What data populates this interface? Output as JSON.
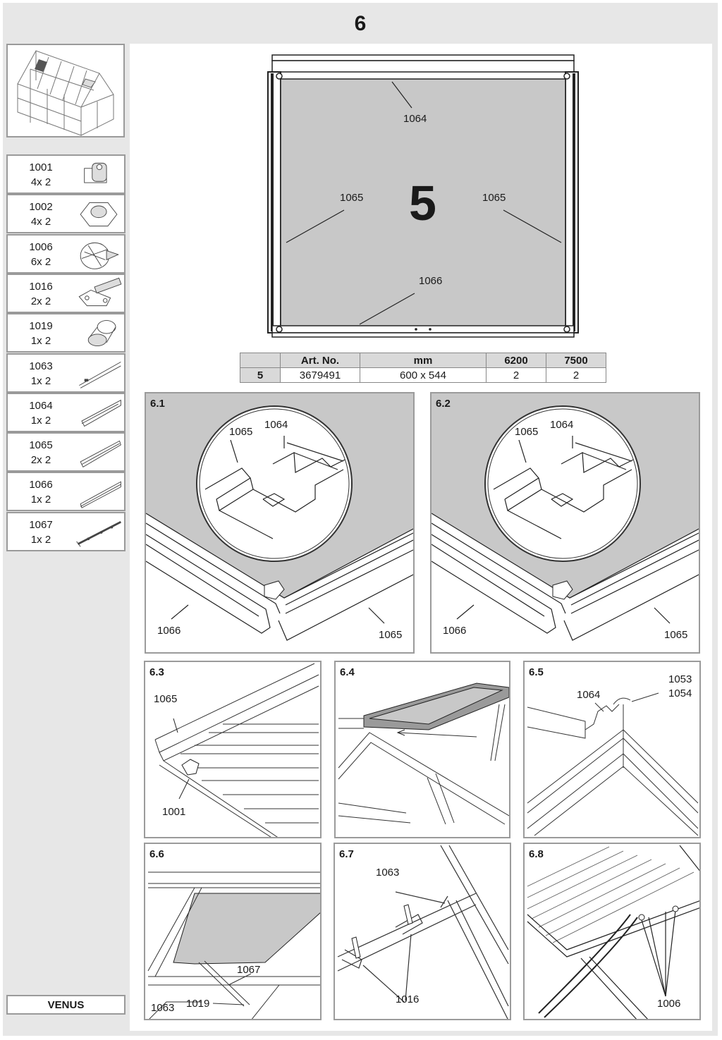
{
  "header": {
    "step_number": "6"
  },
  "model": {
    "name": "VENUS"
  },
  "parts": [
    {
      "id": "1001",
      "qty": "4x 2",
      "icon": "square-nut-icon"
    },
    {
      "id": "1002",
      "qty": "4x 2",
      "icon": "hex-nut-icon"
    },
    {
      "id": "1006",
      "qty": "6x 2",
      "icon": "rubber-cap-icon"
    },
    {
      "id": "1016",
      "qty": "2x 2",
      "icon": "hinge-bracket-icon"
    },
    {
      "id": "1019",
      "qty": "1x 2",
      "icon": "sleeve-icon"
    },
    {
      "id": "1063",
      "qty": "1x 2",
      "icon": "profile-rail-icon"
    },
    {
      "id": "1064",
      "qty": "1x 2",
      "icon": "top-profile-icon"
    },
    {
      "id": "1065",
      "qty": "2x 2",
      "icon": "side-profile-icon"
    },
    {
      "id": "1066",
      "qty": "1x 2",
      "icon": "bottom-profile-icon"
    },
    {
      "id": "1067",
      "qty": "1x 2",
      "icon": "window-stay-icon"
    }
  ],
  "window_diagram": {
    "panel_number": "5",
    "labels": {
      "top": "1064",
      "left": "1065",
      "right": "1065",
      "bottom": "1066"
    }
  },
  "spec_table": {
    "headers": [
      "",
      "Art. No.",
      "mm",
      "6200",
      "7500"
    ],
    "rows": [
      [
        "5",
        "3679491",
        "600 x 544",
        "2",
        "2"
      ]
    ]
  },
  "details": {
    "d61": {
      "title": "6.1",
      "labels": [
        "1065",
        "1064",
        "1066",
        "1065"
      ]
    },
    "d62": {
      "title": "6.2",
      "labels": [
        "1065",
        "1064",
        "1066",
        "1065"
      ]
    },
    "d63": {
      "title": "6.3",
      "labels": [
        "1065",
        "1001"
      ]
    },
    "d64": {
      "title": "6.4"
    },
    "d65": {
      "title": "6.5",
      "labels": [
        "1064",
        "1053",
        "1054"
      ]
    },
    "d66": {
      "title": "6.6",
      "labels": [
        "1067",
        "1063",
        "1019"
      ]
    },
    "d67": {
      "title": "6.7",
      "labels": [
        "1063",
        "1016"
      ]
    },
    "d68": {
      "title": "6.8",
      "labels": [
        "1006"
      ]
    }
  },
  "colors": {
    "panel_fill": "#c8c8c8",
    "frame_bg": "#e7e7e7",
    "border": "#9a9a9a"
  }
}
